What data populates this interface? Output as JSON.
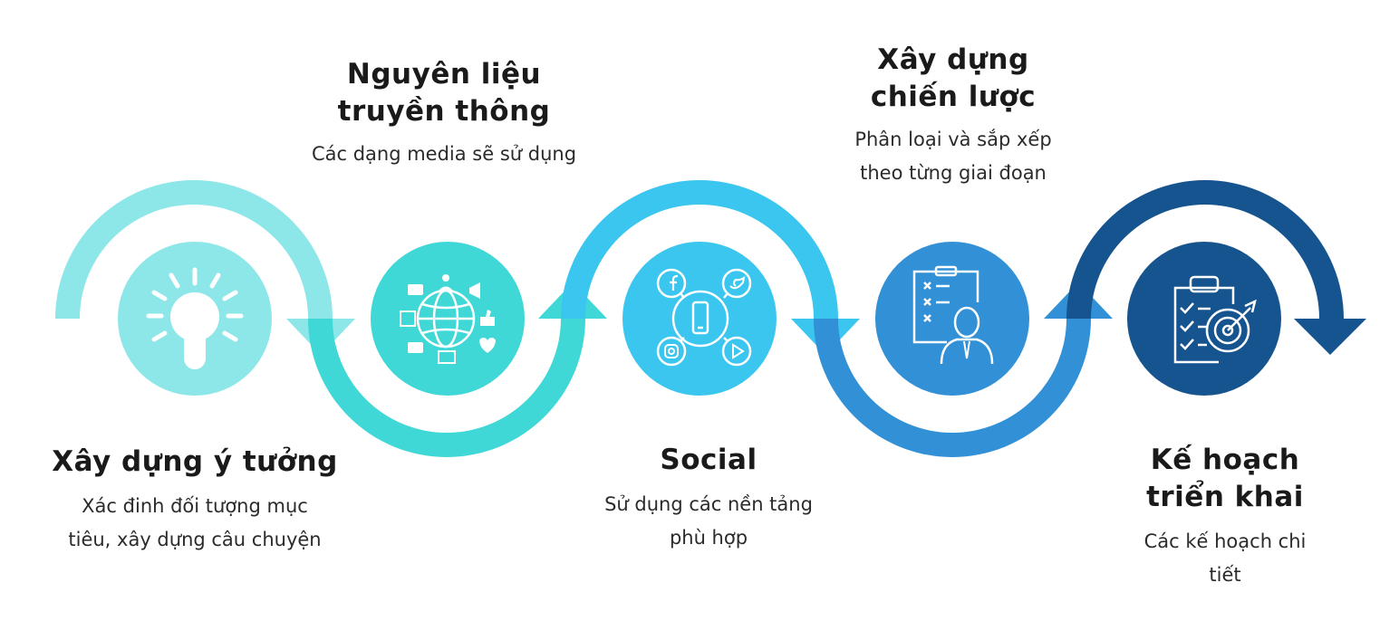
{
  "colors": {
    "step1": "#8de6e8",
    "step2": "#40d8d6",
    "step3": "#3bc6ef",
    "step4": "#3190d6",
    "step5": "#15548f",
    "icon": "#ffffff",
    "text": "#1a1a1a"
  },
  "steps": [
    {
      "title": "Xây dựng ý tưởng",
      "desc": [
        "Xác đinh đối tượng mục",
        "tiêu, xây dựng câu chuyện"
      ],
      "icon": "lightbulb-icon"
    },
    {
      "title": [
        "Nguyên liệu",
        "truyền thông"
      ],
      "desc": [
        "Các dạng media sẽ sử dụng"
      ],
      "icon": "globe-media-icon"
    },
    {
      "title": "Social",
      "desc": [
        "Sử dụng các nền tảng",
        "phù hợp"
      ],
      "icon": "social-network-icon"
    },
    {
      "title": [
        "Xây dựng",
        "chiến lược"
      ],
      "desc": [
        "Phân loại và sắp xếp",
        "theo từng giai đoạn"
      ],
      "icon": "strategy-checklist-icon"
    },
    {
      "title": [
        "Kế hoạch",
        "triển khai"
      ],
      "desc": [
        "Các kế hoạch chi",
        "tiết"
      ],
      "icon": "target-plan-icon"
    }
  ]
}
